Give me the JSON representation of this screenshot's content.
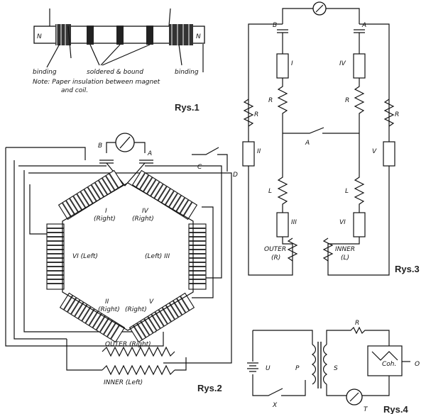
{
  "fig1": {
    "caption": "Rys.1",
    "label_binding_left": "binding",
    "label_soldered": "soldered & bound",
    "label_binding_right": "binding",
    "note_line1": "Note: Paper insulation between magnet",
    "note_line2": "and coil.",
    "pole_left": "N",
    "pole_right": "N"
  },
  "fig2": {
    "caption": "Rys.2",
    "coil_I": "I",
    "coil_I_side": "(Right)",
    "coil_IV": "IV",
    "coil_IV_side": "(Right)",
    "coil_VI": "VI (Left)",
    "coil_III": "(Left) III",
    "coil_II": "II",
    "coil_II_side": "(Right)",
    "coil_V": "V",
    "coil_V_side": "(Right)",
    "outer_label": "OUTER (Right)",
    "inner_label": "INNER (Left)",
    "term_A": "A",
    "term_B": "B",
    "term_C": "C",
    "term_D": "D"
  },
  "fig3": {
    "caption": "Rys.3",
    "term_A": "A",
    "term_B": "B",
    "mag_I": "I",
    "mag_IV": "IV",
    "mag_II": "II",
    "mag_V": "V",
    "mag_III": "III",
    "mag_VI": "VI",
    "R": "R",
    "L": "L",
    "outer_label": "OUTER",
    "outer_sub": "(R)",
    "inner_label": "INNER",
    "inner_sub": "(L)"
  },
  "fig4": {
    "caption": "Rys.4",
    "label_R": "R",
    "label_U": "U",
    "label_P": "P",
    "label_S": "S",
    "label_X": "X",
    "label_T": "T",
    "label_O": "O",
    "label_coh": "Coh."
  }
}
